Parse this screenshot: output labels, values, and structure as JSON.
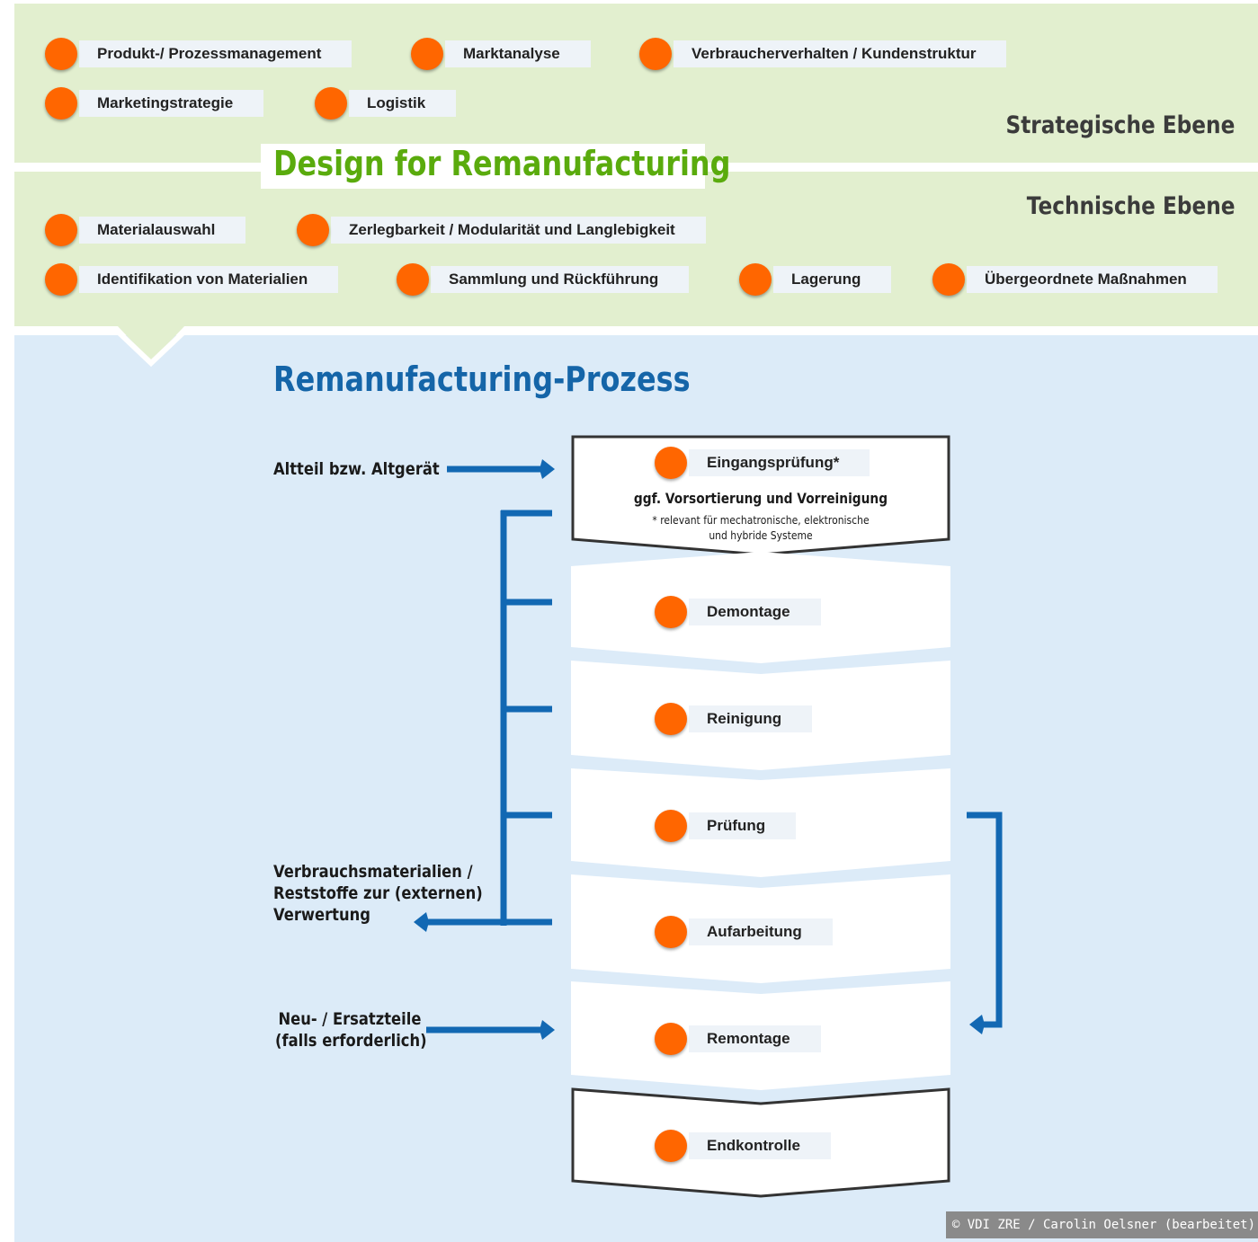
{
  "strategic": {
    "level_label": "Strategische Ebene",
    "items": [
      {
        "label": "Produkt-/ Prozessmanagement"
      },
      {
        "label": "Marktanalyse"
      },
      {
        "label": "Verbraucherverhalten / Kundenstruktur"
      },
      {
        "label": "Marketingstrategie"
      },
      {
        "label": "Logistik"
      }
    ]
  },
  "design_title": "Design for Remanufacturing",
  "technical": {
    "level_label": "Technische Ebene",
    "items": [
      {
        "label": "Materialauswahl"
      },
      {
        "label": "Zerlegbarkeit / Modularität und Langlebigkeit"
      },
      {
        "label": "Identifikation von Materialien"
      },
      {
        "label": "Sammlung und Rückführung"
      },
      {
        "label": "Lagerung"
      },
      {
        "label": "Übergeordnete Maßnahmen"
      }
    ]
  },
  "process": {
    "title": "Remanufacturing-Prozess",
    "stages": [
      {
        "label": "Eingangsprüfung*",
        "note": "ggf. Vorsortierung und Vorreinigung",
        "footnote_line1": "* relevant für mechatronische, elektronische",
        "footnote_line2": "und hybride Systeme"
      },
      {
        "label": "Demontage"
      },
      {
        "label": "Reinigung"
      },
      {
        "label": "Prüfung"
      },
      {
        "label": "Aufarbeitung"
      },
      {
        "label": "Remontage"
      },
      {
        "label": "Endkontrolle"
      }
    ],
    "inputs": {
      "old_part": "Altteil bzw. Altgerät",
      "consumables_line1": "Verbrauchsmaterialien /",
      "consumables_line2": "Reststoffe zur (externen)",
      "consumables_line3": "Verwertung",
      "new_parts_line1": "Neu- / Ersatzteile",
      "new_parts_line2": "(falls erforderlich)"
    }
  },
  "credit": "© VDI ZRE / Carolin Oelsner (bearbeitet)",
  "colors": {
    "green_panel": "#e2efcf",
    "blue_panel": "#dcebf8",
    "accent_green": "#5aab0d",
    "accent_blue": "#1565a8",
    "dot_orange": "#ff6600",
    "arrow_blue": "#1268b3"
  }
}
